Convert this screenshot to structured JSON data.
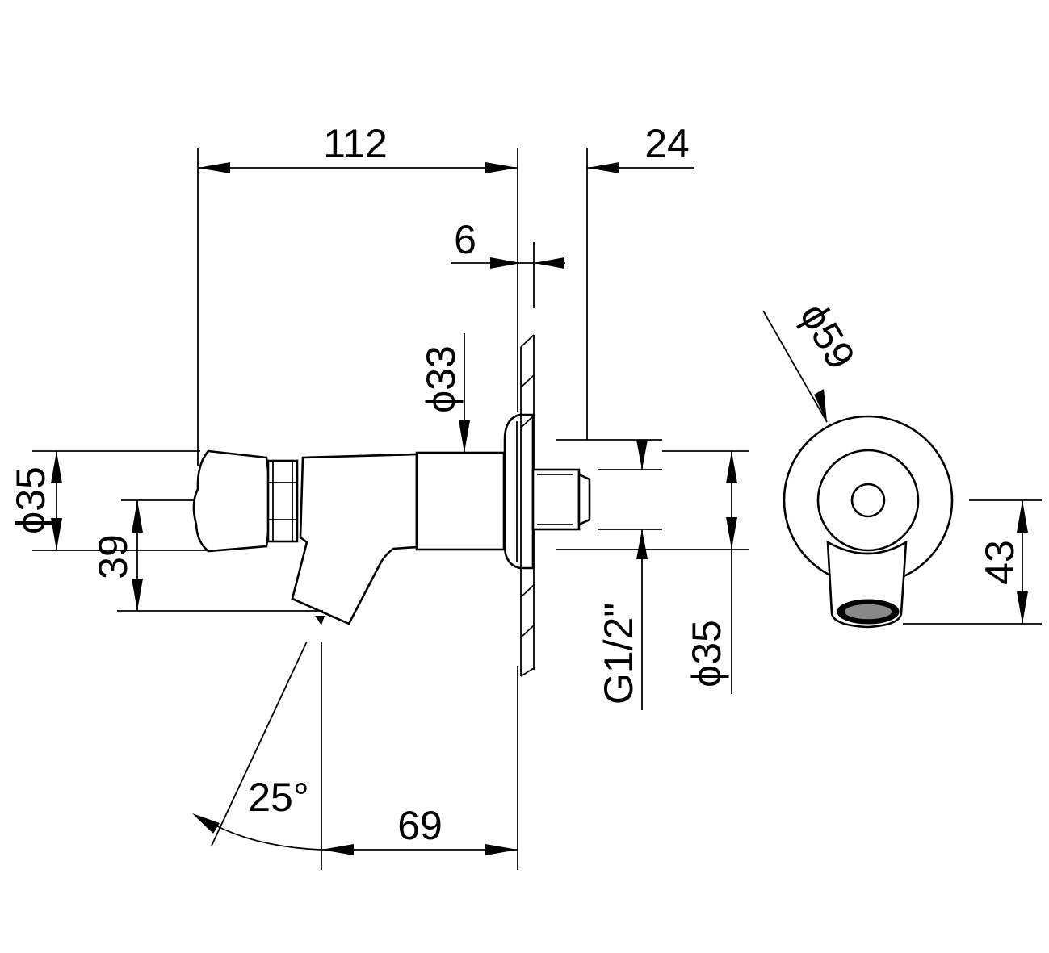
{
  "dimensions": {
    "overall_length": "112",
    "projection": "24",
    "plate_thickness": "6",
    "body_diameter": "ϕ33",
    "button_diameter": "ϕ35",
    "spout_height": "39",
    "thread": "G1/2\"",
    "connector_diameter": "ϕ35",
    "spout_angle": "25°",
    "spout_offset": "69",
    "rosette_diameter": "ϕ59",
    "front_height": "43"
  }
}
